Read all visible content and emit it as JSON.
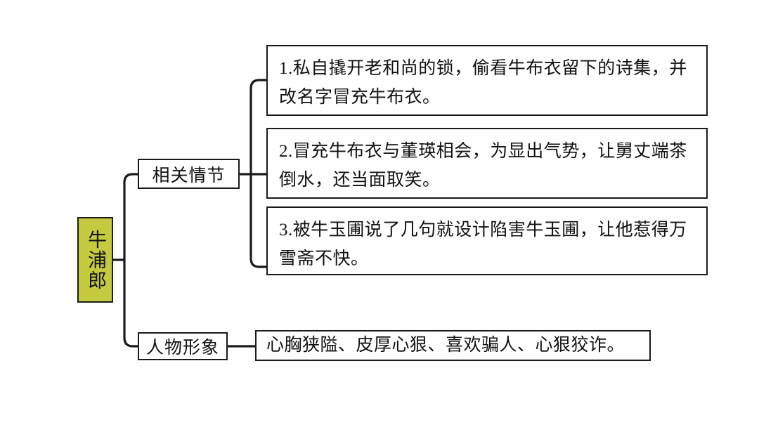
{
  "diagram": {
    "type": "mind-map",
    "orientation": "left-to-right",
    "background_color": "#ffffff",
    "line_color": "#1a1a1a",
    "root": {
      "label": "牛浦郎",
      "fill_color": "#c5ca3e",
      "border_color": "#1a1a1a",
      "text_color": "#111111",
      "text_direction": "vertical"
    },
    "branches": [
      {
        "id": "plot",
        "label": "相关情节",
        "items": [
          {
            "index": "1.",
            "text": "1.私自撬开老和尚的锁，偷看牛布衣留下的诗集，并改名字冒充牛布衣。"
          },
          {
            "index": "2.",
            "text": "2.冒充牛布衣与董瑛相会，为显出气势，让舅丈端茶倒水，还当面取笑。"
          },
          {
            "index": "3.",
            "text": "3.被牛玉圃说了几句就设计陷害牛玉圃，让他惹得万雪斋不快。"
          }
        ]
      },
      {
        "id": "character",
        "label": "人物形象",
        "items": [
          {
            "index": "",
            "text": "心胸狭隘、皮厚心狠、喜欢骗人、心狠狡诈。"
          }
        ]
      }
    ]
  }
}
